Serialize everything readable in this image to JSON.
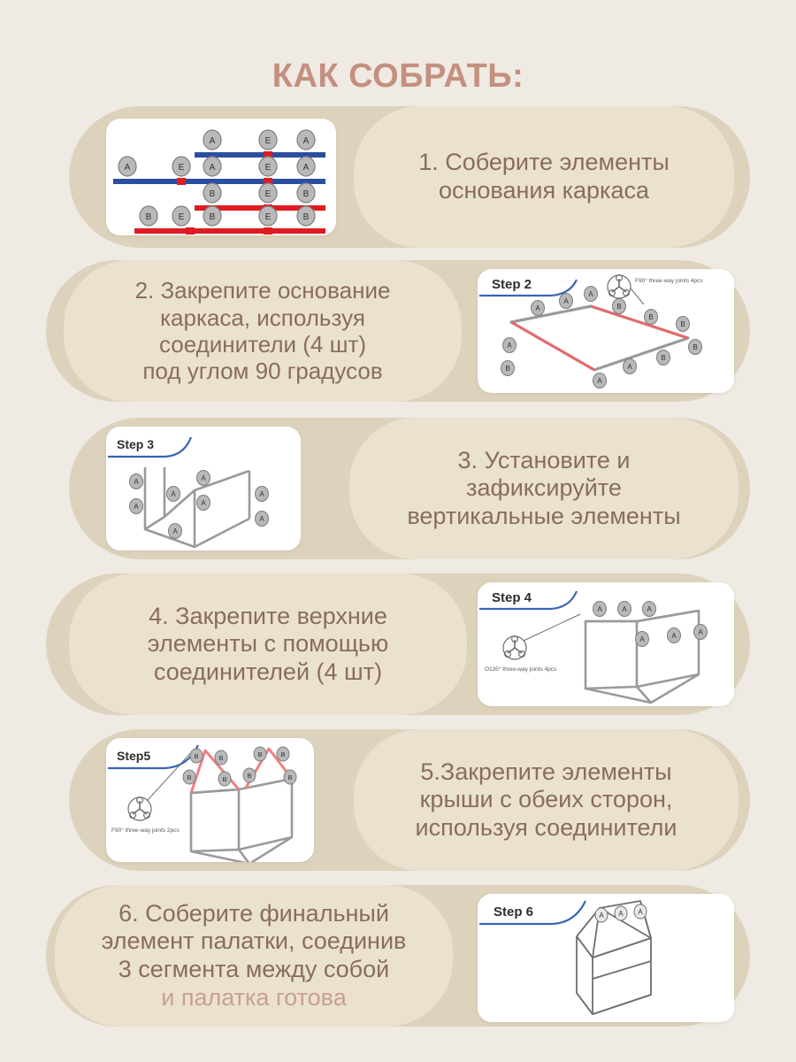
{
  "header": {
    "title": "КАК СОБРАТЬ:",
    "title_color": "#c4907f"
  },
  "theme": {
    "page_background": "#efeae3",
    "band_color": "#ddd3bd",
    "capsule_color": "#eae2cf",
    "text_color": "#8a6c60",
    "accent_color": "#cb9e93",
    "diagram_blue": "#2b4fa0",
    "diagram_red": "#e01b22"
  },
  "steps": [
    {
      "number": "1.",
      "layout": "image-left",
      "lines": [
        "1.  Соберите элементы",
        "основания каркаса"
      ],
      "diagram": {
        "name": "base-frame-rods-diagram",
        "step_label": "",
        "joint_note": "",
        "rod_rows": [
          {
            "color": "blue",
            "labels": [
              "A",
              "E",
              "A"
            ]
          },
          {
            "color": "blue",
            "labels": [
              "A",
              "E",
              "A",
              "E",
              "A"
            ]
          },
          {
            "color": "red",
            "labels": [
              "B",
              "E",
              "B"
            ]
          },
          {
            "color": "red",
            "labels": [
              "B",
              "E",
              "B",
              "E",
              "B"
            ]
          }
        ]
      }
    },
    {
      "number": "2.",
      "layout": "image-right",
      "lines": [
        "2. Закрепите основание",
        "каркаса, используя",
        "соединители (4 шт)",
        "под углом 90 градусов"
      ],
      "diagram": {
        "name": "base-rectangle-assembly-diagram",
        "step_label": "Step 2",
        "joint_note": "F90° three-way joints 4pcs",
        "part_labels": [
          "A",
          "A",
          "A",
          "B",
          "B",
          "B",
          "B",
          "B",
          "A",
          "A",
          "A",
          "B"
        ]
      }
    },
    {
      "number": "3.",
      "layout": "image-left",
      "lines": [
        "3. Установите и",
        "зафиксируйте",
        "вертикальные элементы"
      ],
      "diagram": {
        "name": "vertical-posts-assembly-diagram",
        "step_label": "Step 3",
        "joint_note": "",
        "part_labels": [
          "A",
          "A",
          "A",
          "A",
          "A",
          "A",
          "A",
          "A"
        ]
      }
    },
    {
      "number": "4.",
      "layout": "image-right",
      "lines": [
        "4. Закрепите верхние",
        "элементы с помощью",
        "соединителей (4 шт)"
      ],
      "diagram": {
        "name": "top-rails-assembly-diagram",
        "step_label": "Step 4",
        "joint_note": "O135° three-way joints 4pcs",
        "part_labels": [
          "A",
          "A",
          "A",
          "A",
          "A",
          "A"
        ]
      }
    },
    {
      "number": "5.",
      "layout": "image-left",
      "lines": [
        "5.Закрепите элементы",
        "крыши с обеих сторон,",
        "используя соединители"
      ],
      "diagram": {
        "name": "roof-gables-assembly-diagram",
        "step_label": "Step5",
        "joint_note": "F90° three-way joints 2pcs",
        "part_labels": [
          "B",
          "B",
          "B",
          "B",
          "B",
          "B",
          "B",
          "B"
        ]
      }
    },
    {
      "number": "6.",
      "layout": "image-right",
      "lines": [
        "6. Соберите финальный",
        "элемент палатки, соединив",
        "3 сегмента между собой"
      ],
      "accent_line": "и палатка готова",
      "diagram": {
        "name": "finished-tent-frame-diagram",
        "step_label": "Step 6",
        "joint_note": "",
        "part_labels": [
          "A",
          "A",
          "A"
        ]
      }
    }
  ]
}
